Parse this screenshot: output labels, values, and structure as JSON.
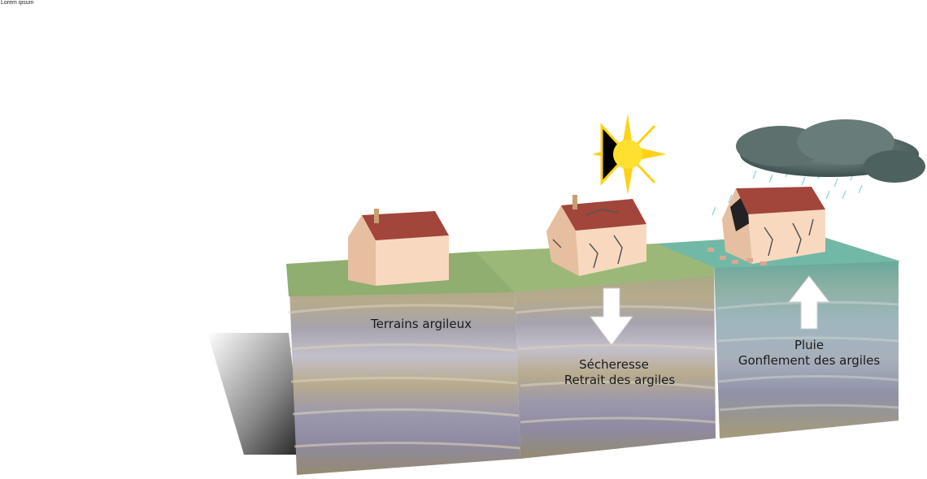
{
  "caption": "Lorem ipsum",
  "labels": {
    "block1": "Terrains argileux",
    "block2_line1": "Sécheresse",
    "block2_line2": "Retrait des argiles",
    "block3_line1": "Pluie",
    "block3_line2": "Gonflement des argiles"
  }
}
